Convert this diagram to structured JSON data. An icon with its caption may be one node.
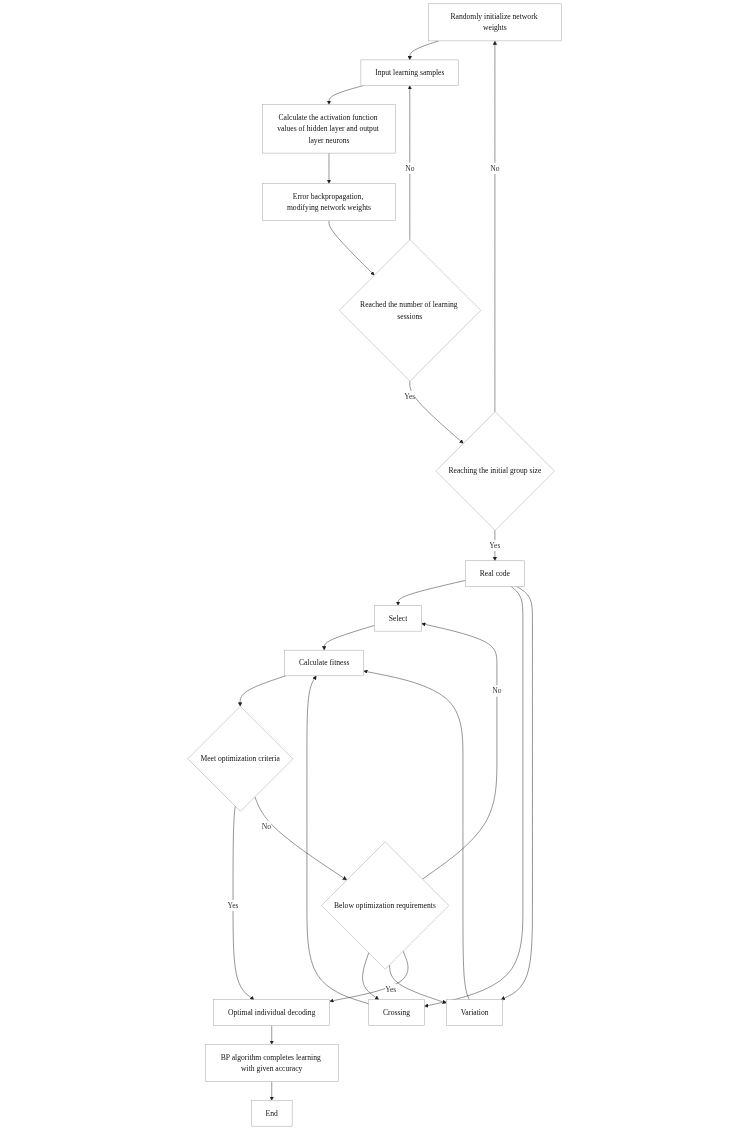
{
  "diagram": {
    "nodes": [
      {
        "text": [
          "Randomly initialize network weights"
        ]
      },
      {
        "text": [
          "Input learning samples"
        ]
      },
      {
        "text": [
          "Calculate the activation function values of hidden layer and output layer neurons"
        ]
      },
      {
        "text": [
          "Error backpropagation, modifying network weights"
        ]
      },
      {
        "text": [
          "Reached the number of learning sessions"
        ]
      },
      {
        "text": [
          "Reaching the initial group size"
        ]
      },
      {
        "text": [
          "Real code"
        ]
      },
      {
        "text": [
          "Select"
        ]
      },
      {
        "text": [
          "Crossing"
        ]
      },
      {
        "text": [
          "Variation"
        ]
      },
      {
        "text": [
          "Calculate fitness"
        ]
      },
      {
        "text": [
          "Meet optimization criteria"
        ]
      },
      {
        "text": [
          "Optimal individual decoding"
        ]
      },
      {
        "text": [
          "BP algorithm completes learning with given accuracy"
        ]
      },
      {
        "text": [
          "End"
        ]
      },
      {
        "text": [
          "Below optimization requirements"
        ]
      }
    ],
    "edges": [
      {
        "from": 0,
        "to": 1,
        "arrow": "to"
      },
      {
        "from": 1,
        "to": 2,
        "arrow": "to"
      },
      {
        "from": 2,
        "to": 3,
        "arrow": "to"
      },
      {
        "from": 3,
        "to": 4,
        "arrow": "to"
      },
      {
        "from": 4,
        "to": 1,
        "arrow": "to",
        "label": "No"
      },
      {
        "from": 4,
        "to": 5,
        "arrow": "to",
        "label": "Yes"
      },
      {
        "from": 5,
        "to": 0,
        "arrow": "to",
        "label": "No"
      },
      {
        "from": 5,
        "to": 6,
        "arrow": "to",
        "label": "Yes"
      },
      {
        "from": 6,
        "to": 7,
        "arrow": "to"
      },
      {
        "from": 6,
        "to": 8,
        "arrow": "to"
      },
      {
        "from": 6,
        "to": 9,
        "arrow": "to"
      },
      {
        "from": 7,
        "to": 10,
        "arrow": "to"
      },
      {
        "from": 8,
        "to": 10,
        "arrow": "to"
      },
      {
        "from": 9,
        "to": 10,
        "arrow": "to"
      },
      {
        "from": 10,
        "to": 11,
        "arrow": "to"
      },
      {
        "from": 11,
        "to": 12,
        "arrow": "to",
        "label": "Yes"
      },
      {
        "from": 11,
        "to": 15,
        "arrow": "to",
        "label": "No"
      },
      {
        "from": 15,
        "to": 7,
        "arrow": "to",
        "label": "No"
      },
      {
        "from": 15,
        "to": 8,
        "arrow": "to"
      },
      {
        "from": 15,
        "to": 9,
        "arrow": "to"
      },
      {
        "from": 15,
        "to": 12,
        "arrow": "to",
        "label": "Yes"
      },
      {
        "from": 12,
        "to": 13,
        "arrow": "to"
      },
      {
        "from": 13,
        "to": 14,
        "arrow": "to"
      }
    ]
  }
}
